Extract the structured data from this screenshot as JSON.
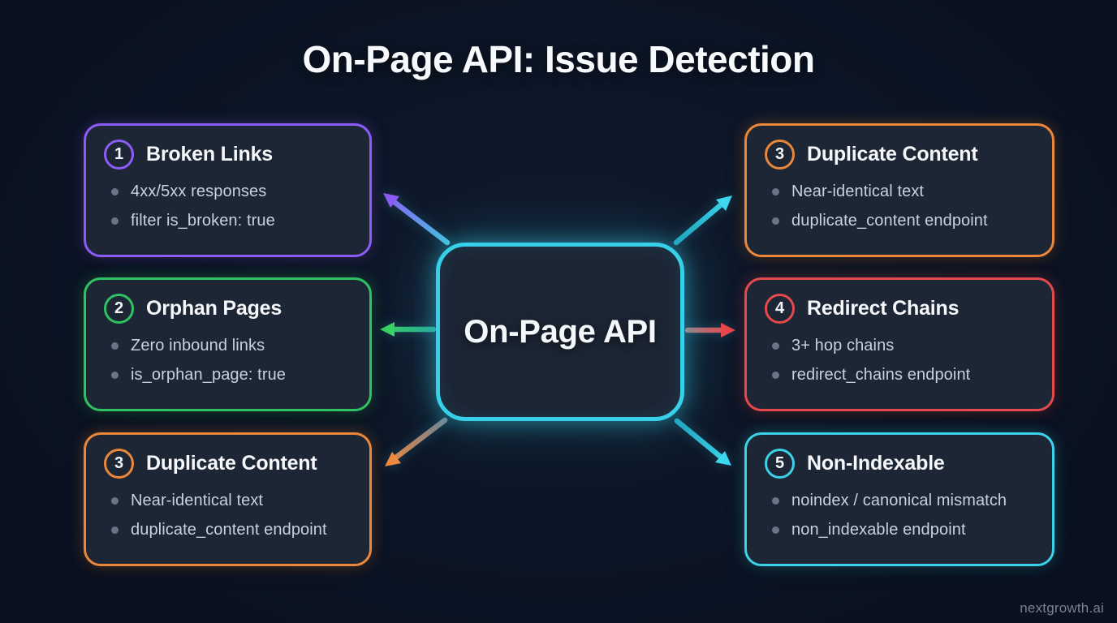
{
  "title": "On-Page API: Issue Detection",
  "center": {
    "label": "On-Page API"
  },
  "watermark": "nextgrowth.ai",
  "cards": [
    {
      "number": "1",
      "title": "Broken Links",
      "bullets": [
        "4xx/5xx responses",
        "filter is_broken: true"
      ],
      "accent": "#8b5cf6"
    },
    {
      "number": "2",
      "title": "Orphan Pages",
      "bullets": [
        "Zero inbound links",
        "is_orphan_page: true"
      ],
      "accent": "#2fc263"
    },
    {
      "number": "3",
      "title": "Duplicate Content",
      "bullets": [
        "Near-identical text",
        "duplicate_content endpoint"
      ],
      "accent": "#e9873b"
    },
    {
      "number": "3",
      "title": "Duplicate Content",
      "bullets": [
        "Near-identical text",
        "duplicate_content endpoint"
      ],
      "accent": "#e9873b"
    },
    {
      "number": "4",
      "title": "Redirect Chains",
      "bullets": [
        "3+ hop chains",
        "redirect_chains endpoint"
      ],
      "accent": "#e4494d"
    },
    {
      "number": "5",
      "title": "Non-Indexable",
      "bullets": [
        "noindex / canonical mismatch",
        "non_indexable endpoint"
      ],
      "accent": "#3bd2ea"
    }
  ],
  "arrows": [
    {
      "target": "broken-links",
      "tail_color": "#49c0e0",
      "tip_color": "#8b5cf6"
    },
    {
      "target": "orphan-pages",
      "tail_color": "#27a58c",
      "tip_color": "#38d465"
    },
    {
      "target": "duplicate-content-left",
      "tail_color": "#77818d",
      "tip_color": "#f08a3e"
    },
    {
      "target": "duplicate-content-right",
      "tail_color": "#22a3bd",
      "tip_color": "#3dd7ef"
    },
    {
      "target": "redirect-chains",
      "tail_color": "#b07272",
      "tip_color": "#e9464b"
    },
    {
      "target": "non-indexable",
      "tail_color": "#22a3bd",
      "tip_color": "#3dd7ef"
    }
  ],
  "colors": {
    "background": "#0c1525",
    "card_background": "#1d2634",
    "center_border": "#38d0e8",
    "title_text": "#f7f9fc",
    "bullet_text": "#c9d1dc",
    "bullet_dot": "#6a7486",
    "watermark_text": "#79828f"
  }
}
